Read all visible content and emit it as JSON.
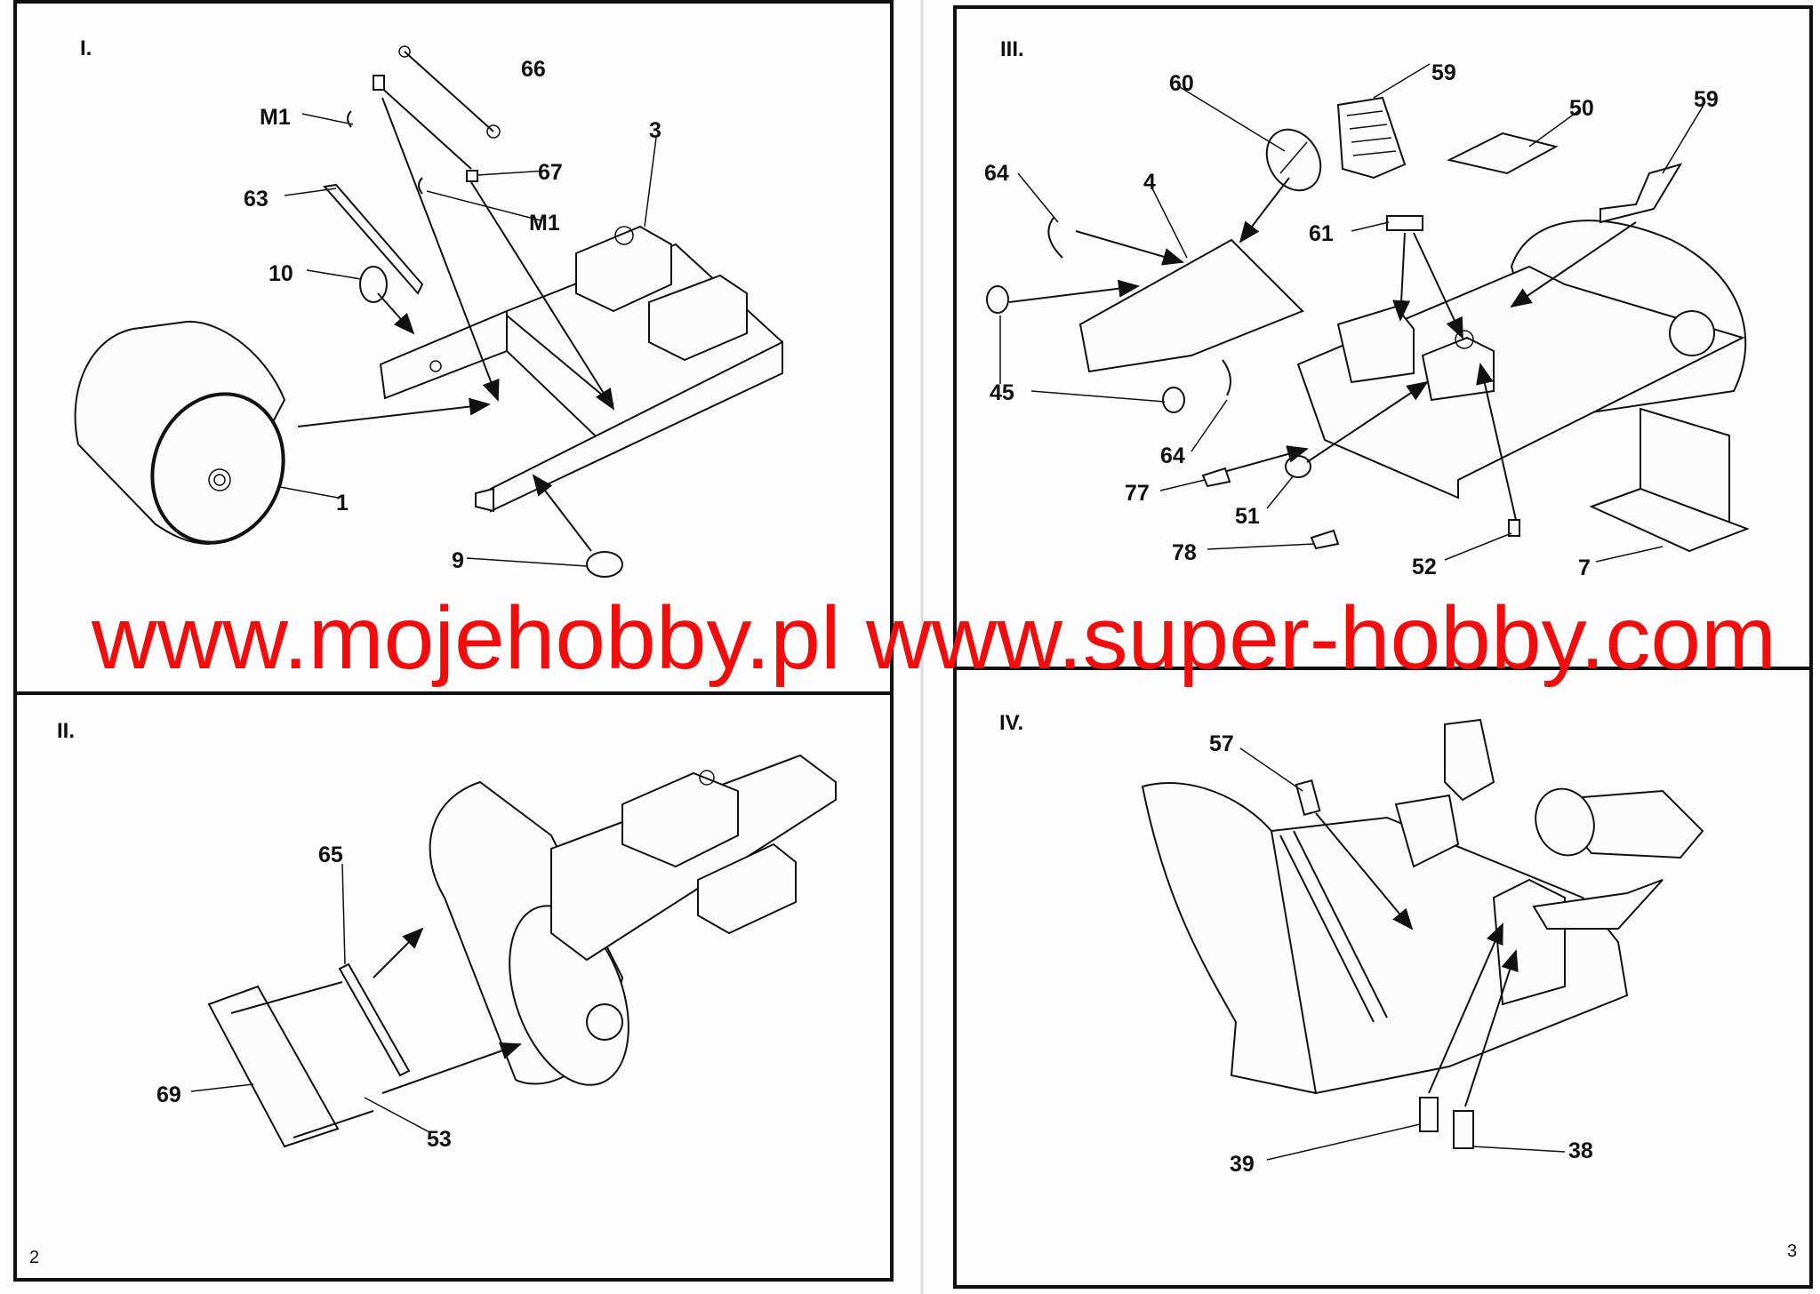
{
  "watermark": "www.mojehobby.pl www.super-hobby.com",
  "watermark_color": "#f20d0d",
  "left_page": {
    "page_number": "2",
    "step_1": {
      "title": "I.",
      "labels": {
        "p66": "66",
        "m1_a": "M1",
        "p63": "63",
        "p67": "67",
        "m1_b": "M1",
        "p3": "3",
        "p10": "10",
        "p1": "1",
        "p9": "9"
      }
    },
    "step_2": {
      "title": "II.",
      "labels": {
        "p65": "65",
        "p69": "69",
        "p53": "53"
      }
    }
  },
  "right_page": {
    "page_number": "3",
    "step_3": {
      "title": "III.",
      "labels": {
        "p60": "60",
        "p59_a": "59",
        "p50": "50",
        "p59_b": "59",
        "p64_a": "64",
        "p4": "4",
        "p61": "61",
        "p45": "45",
        "p64_b": "64",
        "p77": "77",
        "p51": "51",
        "p78": "78",
        "p52": "52",
        "p7": "7"
      }
    },
    "step_4": {
      "title": "IV.",
      "labels": {
        "p57": "57",
        "p39": "39",
        "p38": "38"
      }
    }
  }
}
